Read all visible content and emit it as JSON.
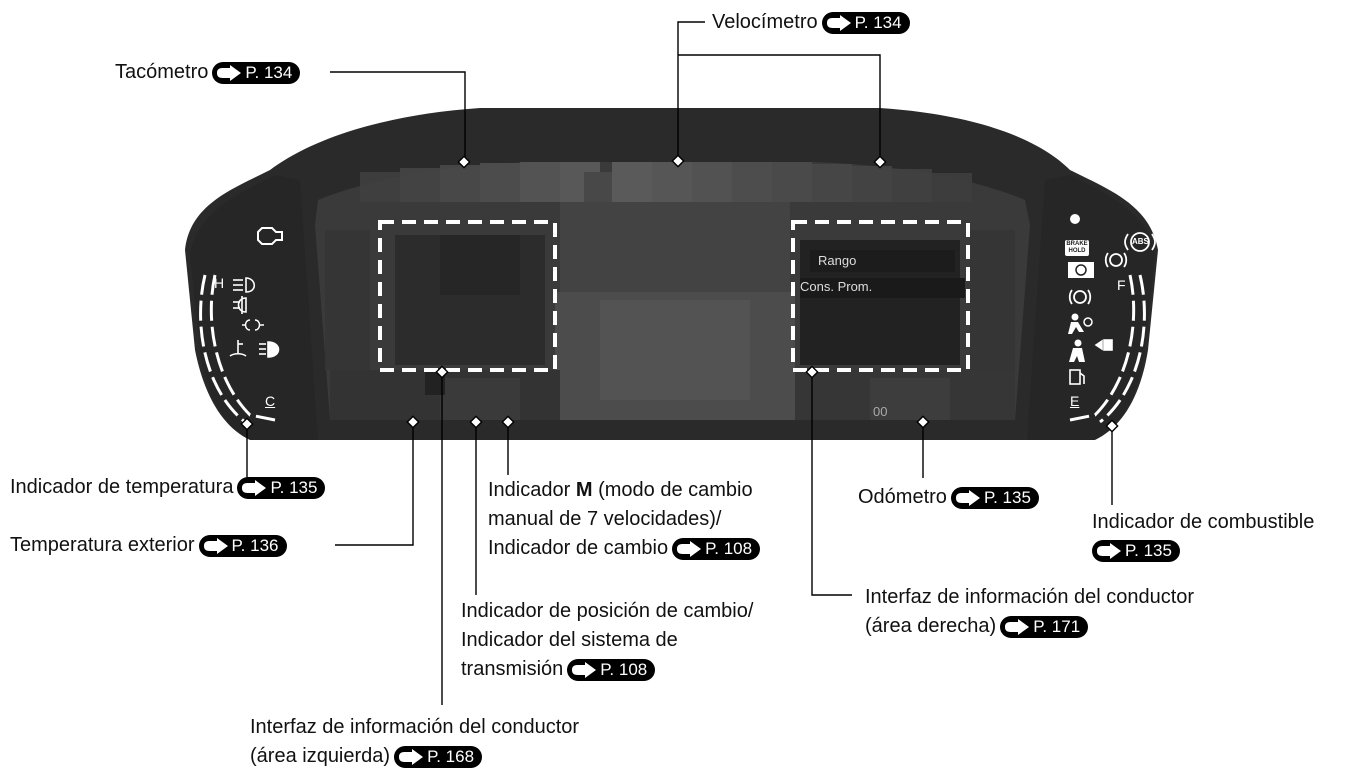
{
  "labels": {
    "tachometer": "Tacómetro",
    "speedometer": "Velocímetro",
    "temperature_gauge": "Indicador de temperatura",
    "outside_temp": "Temperatura exterior",
    "m_indicator_pre": "Indicador ",
    "m_indicator_bold": "M",
    "m_indicator_line1_rest": " (modo de cambio",
    "m_indicator_line2": "manual de 7 velocidades)/",
    "m_indicator_line3": "Indicador de cambio",
    "odometer": "Odómetro",
    "fuel_gauge": "Indicador de combustible",
    "shift_position_line1": "Indicador de posición de cambio/",
    "shift_position_line2": "Indicador del sistema de",
    "shift_position_line3": "transmisión",
    "dii_right_line1": "Interfaz de información del conductor",
    "dii_right_line2": "(área derecha)",
    "dii_left_line1": "Interfaz de información del conductor",
    "dii_left_line2": "(área izquierda)"
  },
  "page_refs": {
    "tachometer": "P. 134",
    "speedometer": "P. 134",
    "temperature_gauge": "P. 135",
    "outside_temp": "P. 136",
    "m_indicator": "P. 108",
    "odometer": "P. 135",
    "fuel_gauge": "P. 135",
    "shift_position": "P. 108",
    "dii_right": "P. 171",
    "dii_left": "P. 168"
  },
  "display": {
    "range_label": "Rango",
    "avg_consumption_label": "Cons. Prom.",
    "odometer_value": "00"
  },
  "gauge_letters": {
    "temp_hot": "H",
    "temp_cold": "C",
    "fuel_full": "F",
    "fuel_empty": "E"
  },
  "icons": {
    "brake_hold_line1": "BRAKE",
    "brake_hold_line2": "HOLD",
    "abs": "ABS"
  },
  "colors": {
    "bezel": "#2b2b2b",
    "display_bg": "#3a3a3a",
    "callout_line": "#000000",
    "page_ref_bg": "#000000",
    "dashed_box": "#ffffff"
  }
}
